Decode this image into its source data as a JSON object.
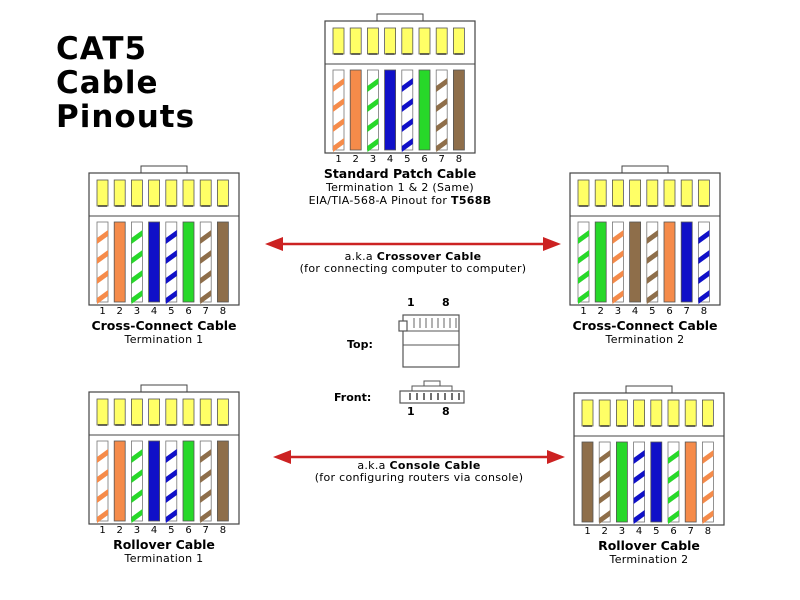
{
  "title": {
    "line1": "CAT5",
    "line2": "Cable",
    "line3": "Pinouts"
  },
  "pin_labels": [
    "1",
    "2",
    "3",
    "4",
    "5",
    "6",
    "7",
    "8"
  ],
  "colors": {
    "orange": "#f58b4a",
    "green": "#27d829",
    "blue": "#1010c8",
    "brown": "#8e6e4a",
    "yellow_contact": "#ffff66",
    "arrow_red": "#cc2222",
    "outline": "#444444"
  },
  "connectors": {
    "standard": {
      "title": "Standard Patch Cable",
      "sub1": "Termination 1 & 2 (Same)",
      "sub2_prefix": "EIA/TIA-568-A Pinout for ",
      "sub2_bold": "T568B",
      "wires": [
        "orange-white",
        "orange",
        "green-white",
        "blue",
        "blue-white",
        "green",
        "brown-white",
        "brown"
      ]
    },
    "cross1": {
      "title": "Cross-Connect Cable",
      "sub": "Termination 1",
      "wires": [
        "orange-white",
        "orange",
        "green-white",
        "blue",
        "blue-white",
        "green",
        "brown-white",
        "brown"
      ]
    },
    "cross2": {
      "title": "Cross-Connect Cable",
      "sub": "Termination 2",
      "wires": [
        "green-white",
        "green",
        "orange-white",
        "brown",
        "brown-white",
        "orange",
        "blue",
        "blue-white"
      ]
    },
    "roll1": {
      "title": "Rollover Cable",
      "sub": "Termination 1",
      "wires": [
        "orange-white",
        "orange",
        "green-white",
        "blue",
        "blue-white",
        "green",
        "brown-white",
        "brown"
      ]
    },
    "roll2": {
      "title": "Rollover Cable",
      "sub": "Termination 2",
      "wires": [
        "brown",
        "brown-white",
        "green",
        "blue-white",
        "blue",
        "green-white",
        "orange",
        "orange-white"
      ]
    }
  },
  "arrows": {
    "crossover": {
      "prefix": "a.k.a ",
      "bold": "Crossover Cable",
      "sub": "(for connecting computer to computer)"
    },
    "console": {
      "prefix": "a.k.a ",
      "bold": "Console Cable",
      "sub": "(for configuring routers via console)"
    }
  },
  "legend": {
    "top_label": "Top:",
    "front_label": "Front:",
    "pin_first": "1",
    "pin_last": "8"
  }
}
